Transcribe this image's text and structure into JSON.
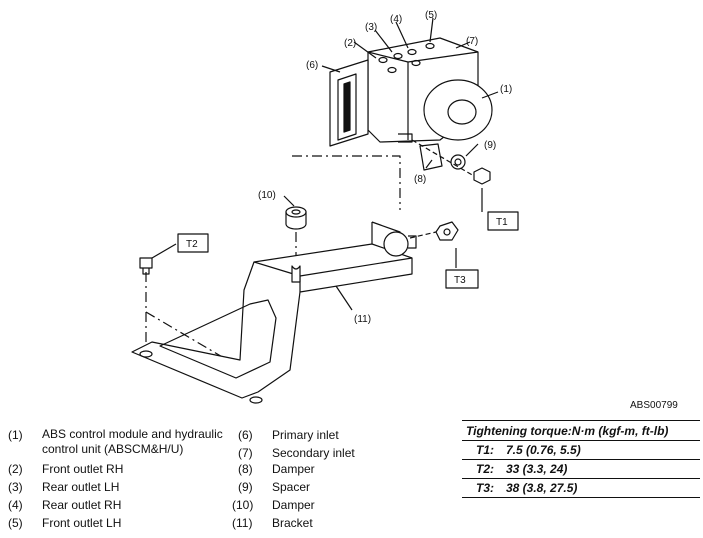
{
  "diagram": {
    "callouts": [
      "(1)",
      "(2)",
      "(3)",
      "(4)",
      "(5)",
      "(6)",
      "(7)",
      "(8)",
      "(9)",
      "(10)",
      "(11)"
    ],
    "torque_tags": [
      "T1",
      "T2",
      "T3"
    ],
    "drawing_id": "ABS00799"
  },
  "legend": [
    {
      "num": "(1)",
      "text": "ABS control module and hydraulic control unit (ABSCM&H/U)"
    },
    {
      "num": "(2)",
      "text": "Front outlet RH"
    },
    {
      "num": "(3)",
      "text": "Rear outlet LH"
    },
    {
      "num": "(4)",
      "text": "Rear outlet RH"
    },
    {
      "num": "(5)",
      "text": "Front outlet LH"
    },
    {
      "num": "(6)",
      "text": "Primary inlet"
    },
    {
      "num": "(7)",
      "text": "Secondary inlet"
    },
    {
      "num": "(8)",
      "text": "Damper"
    },
    {
      "num": "(9)",
      "text": "Spacer"
    },
    {
      "num": "(10)",
      "text": "Damper"
    },
    {
      "num": "(11)",
      "text": "Bracket"
    }
  ],
  "torque": {
    "header": "Tightening torque:N·m (kgf-m, ft-lb)",
    "rows": [
      {
        "key": "T1:",
        "value": "7.5 (0.76, 5.5)"
      },
      {
        "key": "T2:",
        "value": "33 (3.3, 24)"
      },
      {
        "key": "T3:",
        "value": "38 (3.8, 27.5)"
      }
    ]
  }
}
